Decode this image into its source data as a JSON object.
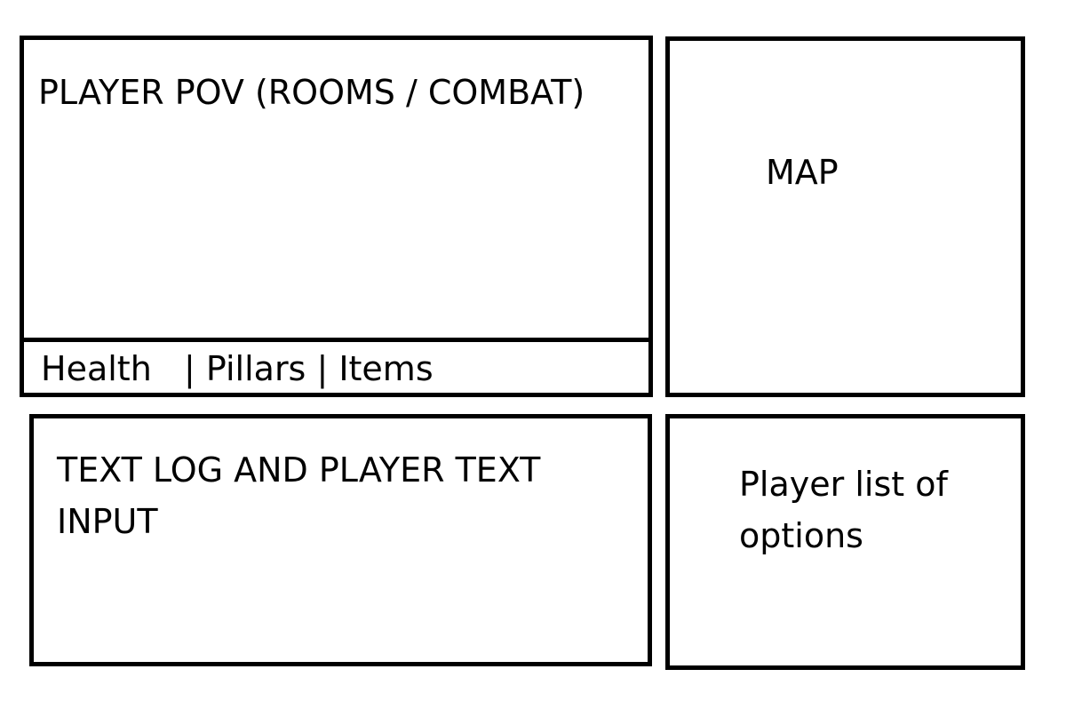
{
  "panels": {
    "pov": {
      "label": "PLAYER POV (ROOMS / COMBAT)",
      "status_bar": "Health   | Pillars | Items"
    },
    "map": {
      "label": "MAP"
    },
    "text_log": {
      "label": "TEXT LOG AND PLAYER TEXT INPUT"
    },
    "options": {
      "label": "Player list of options"
    }
  },
  "colors": {
    "stroke": "#000000",
    "background": "#ffffff"
  }
}
